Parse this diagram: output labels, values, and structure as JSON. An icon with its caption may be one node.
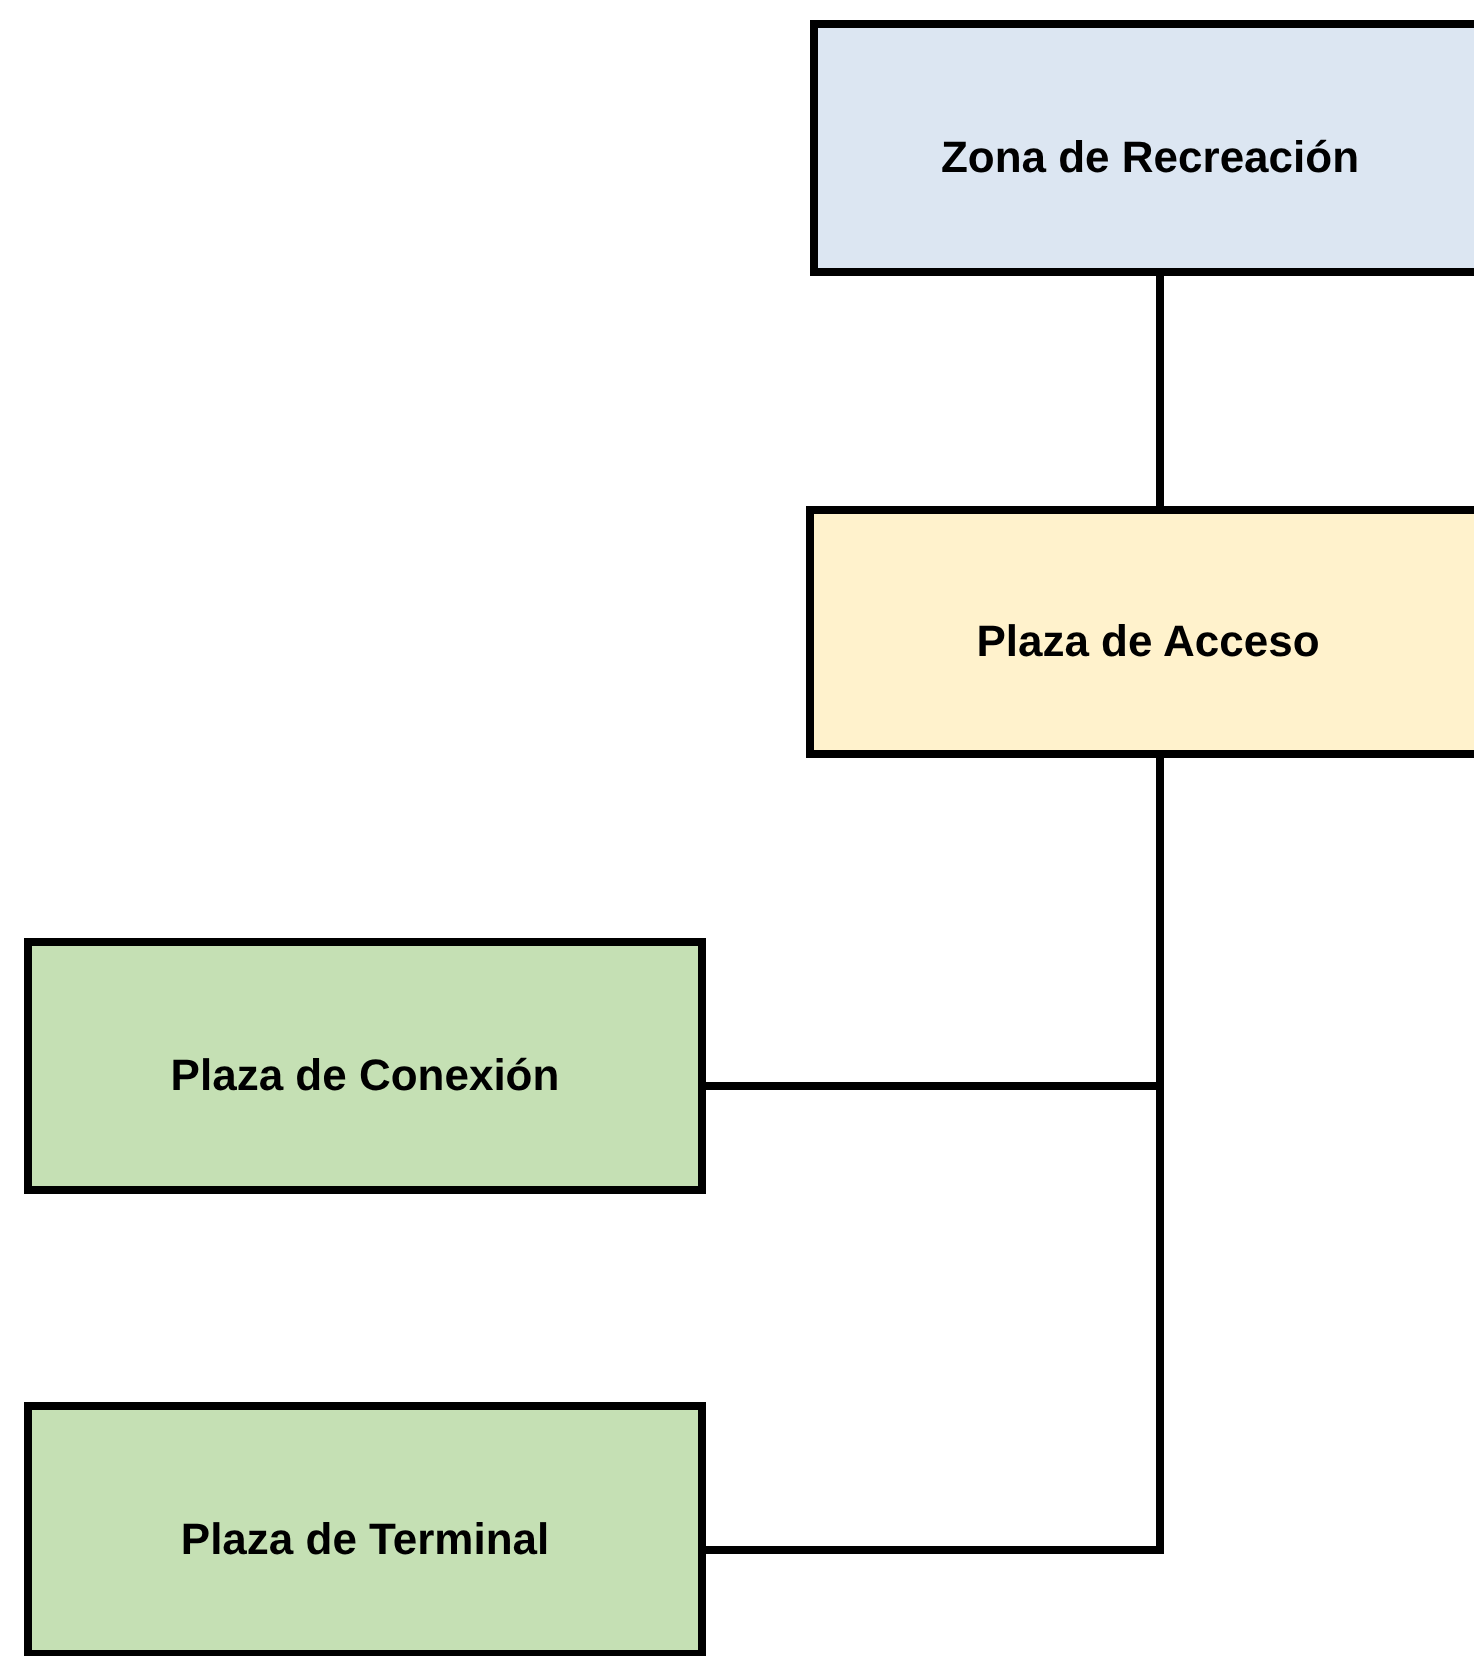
{
  "diagram": {
    "nodes": [
      {
        "text": [
          "Zona de Recreación"
        ]
      },
      {
        "text": [
          "Plaza de Acceso"
        ]
      },
      {
        "text": [
          "Plaza de Conexión"
        ]
      },
      {
        "text": [
          "Plaza de Terminal"
        ]
      }
    ],
    "edges": [
      {
        "from": 0,
        "to": 1,
        "arrow": "none"
      },
      {
        "from": 1,
        "to": 2,
        "arrow": "none"
      },
      {
        "from": 1,
        "to": 3,
        "arrow": "none"
      }
    ]
  }
}
